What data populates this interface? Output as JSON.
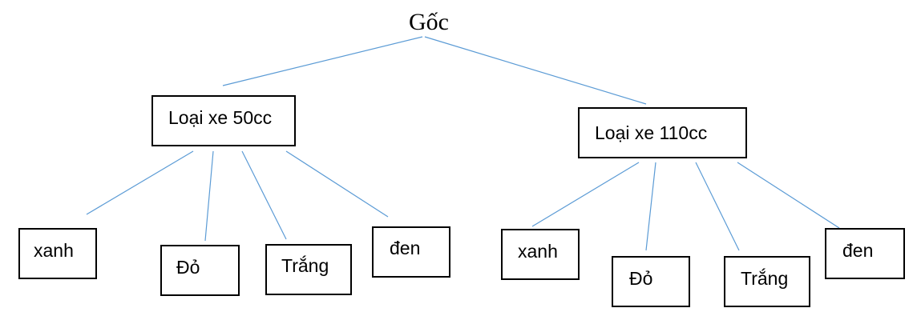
{
  "tree": {
    "root": {
      "label": "Gốc"
    },
    "branches": [
      {
        "label": "Loại xe 50cc",
        "children": [
          {
            "label": "xanh"
          },
          {
            "label": "Đỏ"
          },
          {
            "label": "Trắng"
          },
          {
            "label": "đen"
          }
        ]
      },
      {
        "label": "Loại xe 110cc",
        "children": [
          {
            "label": "xanh"
          },
          {
            "label": "Đỏ"
          },
          {
            "label": "Trắng"
          },
          {
            "label": "đen"
          }
        ]
      }
    ]
  },
  "colors": {
    "connector": "#5b9bd5",
    "box_border": "#000000",
    "text": "#000000"
  }
}
